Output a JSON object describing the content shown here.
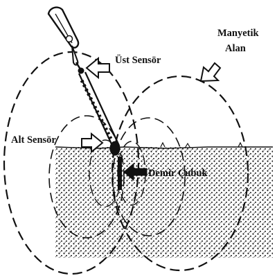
{
  "diagram": {
    "labels": {
      "upper_sensor": "Üst Sensör",
      "lower_sensor": "Alt Sensör",
      "iron_rod": "Demir Çubuk",
      "magnetic_field_line1": "Manyetik",
      "magnetic_field_line2": "Alan"
    },
    "icons": {
      "arrow": "hollow-arrow-icon",
      "filled_arrow": "filled-arrow-icon",
      "locator": "magnetic-locator-icon"
    },
    "colors": {
      "ink": "#111111",
      "background": "#ffffff"
    }
  }
}
